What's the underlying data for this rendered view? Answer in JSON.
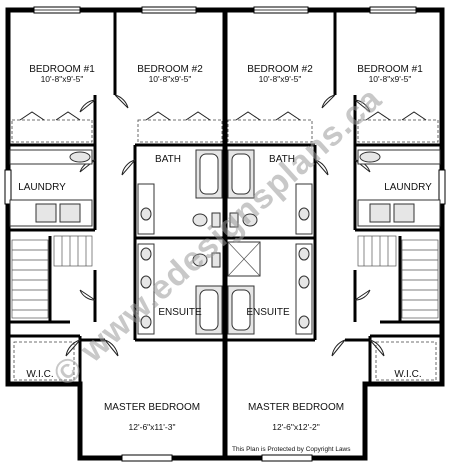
{
  "plan": {
    "units": [
      {
        "bedroom_1": {
          "name": "BEDROOM #1",
          "dims": "10'-8\"x9'-5\""
        },
        "bedroom_2": {
          "name": "BEDROOM #2",
          "dims": "10'-8\"x9'-5\""
        },
        "bath": {
          "name": "BATH"
        },
        "laundry": {
          "name": "LAUNDRY"
        },
        "ensuite": {
          "name": "ENSUITE"
        },
        "wic": {
          "name": "W.I.C."
        },
        "master": {
          "name": "MASTER BEDROOM",
          "dims": "12'-6\"x11'-3\""
        }
      },
      {
        "bedroom_2": {
          "name": "BEDROOM #2",
          "dims": "10'-8\"x9'-5\""
        },
        "bedroom_1": {
          "name": "BEDROOM #1",
          "dims": "10'-8\"x9'-5\""
        },
        "bath": {
          "name": "BATH"
        },
        "laundry": {
          "name": "LAUNDRY"
        },
        "ensuite": {
          "name": "ENSUITE"
        },
        "wic": {
          "name": "W.I.C."
        },
        "master": {
          "name": "MASTER BEDROOM",
          "dims": "12'-6\"x12'-2\""
        }
      }
    ],
    "watermark": "© www.edesignsplans.ca",
    "copyright_notice": "This Plan is Protected by Copyright Laws"
  }
}
